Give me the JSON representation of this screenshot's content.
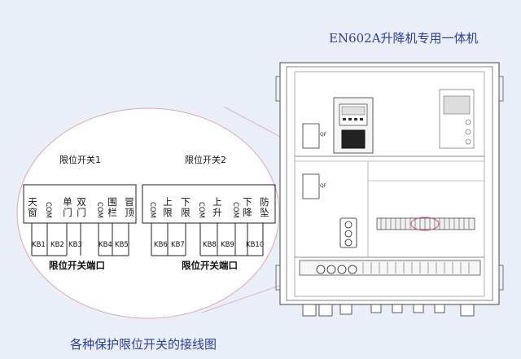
{
  "header": {
    "title": "EN602A升降机专用一体机"
  },
  "caption": "各种保护限位开关的接线图",
  "switch_group_1": {
    "title": "限位开关1",
    "terminals": [
      "天窗",
      "COM",
      "单门",
      "双门",
      "COM",
      "围栏",
      "冒顶"
    ],
    "keys": [
      "KB1",
      "KB2",
      "KB3",
      "KB4",
      "KB5"
    ],
    "port_label": "限位开关端口"
  },
  "switch_group_2": {
    "title": "限位开关2",
    "terminals": [
      "COM",
      "上限",
      "下限",
      "COM",
      "上升",
      "COM",
      "下降",
      "防坠"
    ],
    "keys": [
      "KB6",
      "KB7",
      "KB8",
      "KB9",
      "KB10"
    ],
    "port_label": "限位开关端口"
  },
  "cabinet": {
    "breaker_1": "QF",
    "breaker_2": "QF"
  }
}
